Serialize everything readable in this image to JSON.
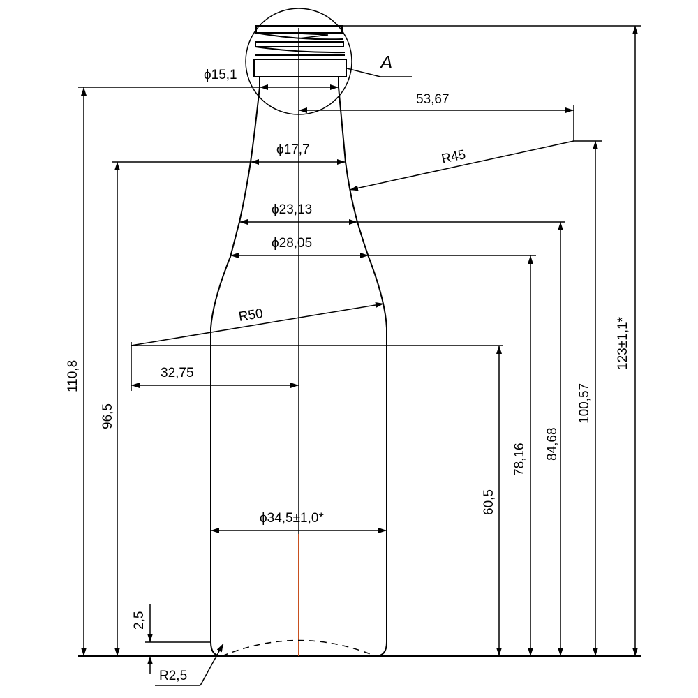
{
  "drawing": {
    "detail_label": "A",
    "dims": {
      "neck_diameter": "ϕ15,1",
      "neck_offset": "53,67",
      "upper_diameter": "ϕ17,7",
      "neck_radius": "R45",
      "shoulder_diameter_1": "ϕ23,13",
      "shoulder_diameter_2": "ϕ28,05",
      "body_radius": "R50",
      "body_offset": "32,75",
      "body_diameter": "ϕ34,5±1,0*",
      "height_total": "123±1,1*",
      "height_110": "110,8",
      "height_100": "100,57",
      "height_96": "96,5",
      "height_84": "84,68",
      "height_78": "78,16",
      "height_60": "60,5",
      "base_height": "2,5",
      "base_radius": "R2,5"
    }
  }
}
